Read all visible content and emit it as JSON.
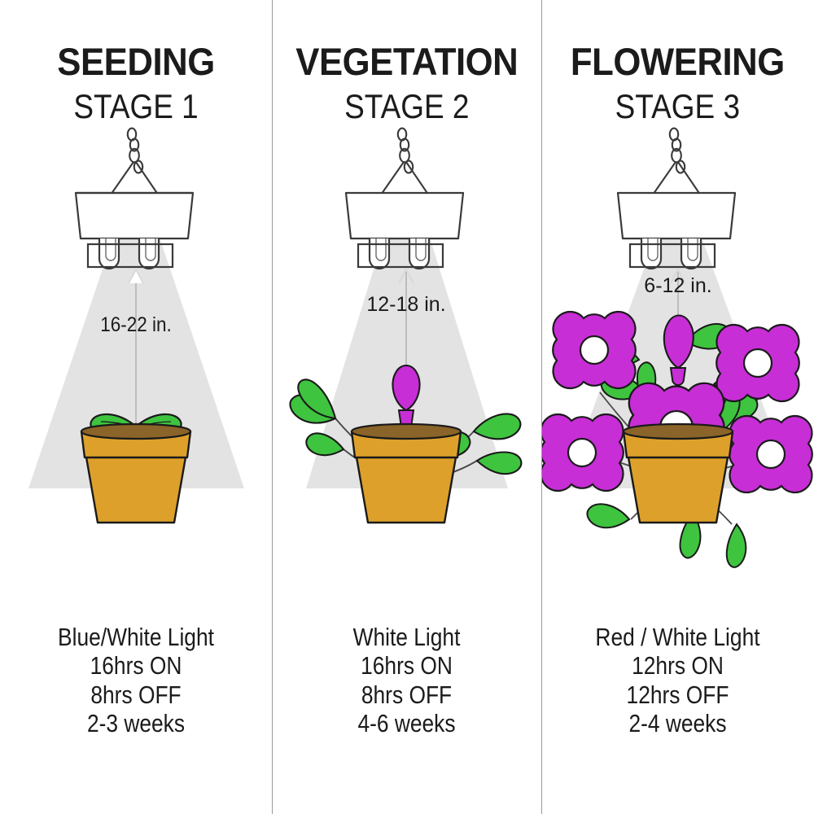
{
  "colors": {
    "background": "#ffffff",
    "divider": "#9a9a9e",
    "light_cone": "#e3e3e3",
    "pot_body": "#dda12b",
    "pot_rim": "#c8901f",
    "pot_soil": "#8a6428",
    "leaf_green": "#3ec43f",
    "flower_purple": "#c72ed6",
    "flower_center": "#ffffff",
    "outline": "#1a1a1a",
    "lamp_body": "#ffffff",
    "lamp_outline": "#3a3a3a",
    "text": "#1b1b1b",
    "arrow": "#bdbdbd"
  },
  "panels": [
    {
      "id": "seeding",
      "title": "SEEDING",
      "subtitle": "STAGE 1",
      "distance_label": "16-22 in.",
      "caption_lines": [
        "Blue/White Light",
        "16hrs ON",
        "8hrs OFF",
        "2-3 weeks"
      ],
      "plant": {
        "kind": "seedling",
        "leaves": 2,
        "flowers": 0,
        "buds": 0
      },
      "icons": {
        "lamp": "grow-lamp-icon",
        "cone": "light-cone-icon",
        "arrow": "distance-arrow-icon",
        "pot": "flower-pot-icon"
      }
    },
    {
      "id": "vegetation",
      "title": "VEGETATION",
      "subtitle": "STAGE 2",
      "distance_label": "12-18 in.",
      "caption_lines": [
        "White Light",
        "16hrs ON",
        "8hrs OFF",
        "4-6 weeks"
      ],
      "plant": {
        "kind": "vegetative",
        "leaves": 6,
        "flowers": 0,
        "buds": 1
      },
      "icons": {
        "lamp": "grow-lamp-icon",
        "cone": "light-cone-icon",
        "arrow": "distance-arrow-icon",
        "pot": "flower-pot-icon"
      }
    },
    {
      "id": "flowering",
      "title": "FLOWERING",
      "subtitle": "STAGE 3",
      "distance_label": "6-12 in.",
      "caption_lines": [
        "Red / White Light",
        "12hrs ON",
        "12hrs OFF",
        "2-4 weeks"
      ],
      "plant": {
        "kind": "flowering",
        "leaves": 11,
        "flowers": 5,
        "buds": 1
      },
      "icons": {
        "lamp": "grow-lamp-icon",
        "cone": "light-cone-icon",
        "arrow": "distance-arrow-icon",
        "pot": "flower-pot-icon",
        "flower": "four-petal-flower-icon"
      }
    }
  ]
}
